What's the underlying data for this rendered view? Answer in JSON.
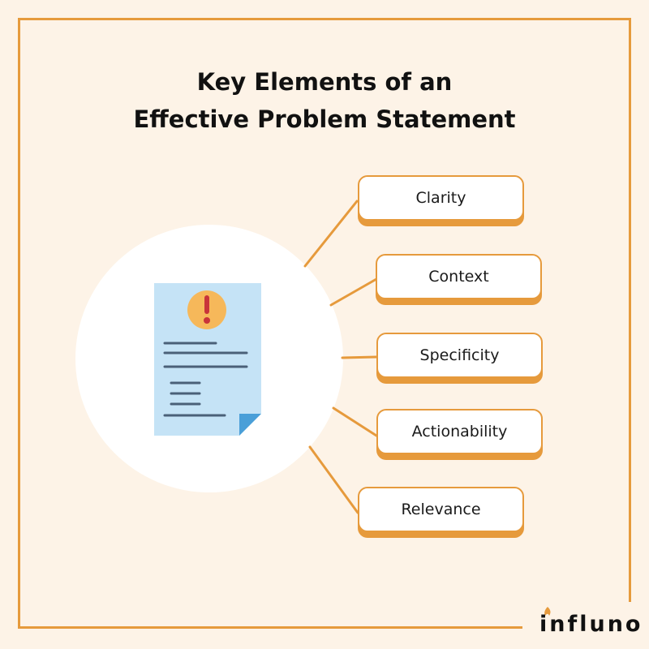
{
  "title": {
    "line1": "Key Elements of an",
    "line2": "Effective Problem Statement"
  },
  "elements": [
    "Clarity",
    "Context",
    "Specificity",
    "Actionability",
    "Relevance"
  ],
  "brand": {
    "name": "influno"
  },
  "colors": {
    "background": "#fdf3e7",
    "accent": "#e69a3c",
    "document": "#c5e3f6",
    "document_fold": "#4a9fd8",
    "document_lines": "#4a6078",
    "warning_circle": "#f6b85a",
    "warning_mark": "#c8343a"
  },
  "icons": {
    "document": "document-icon",
    "warning": "exclamation-icon"
  }
}
